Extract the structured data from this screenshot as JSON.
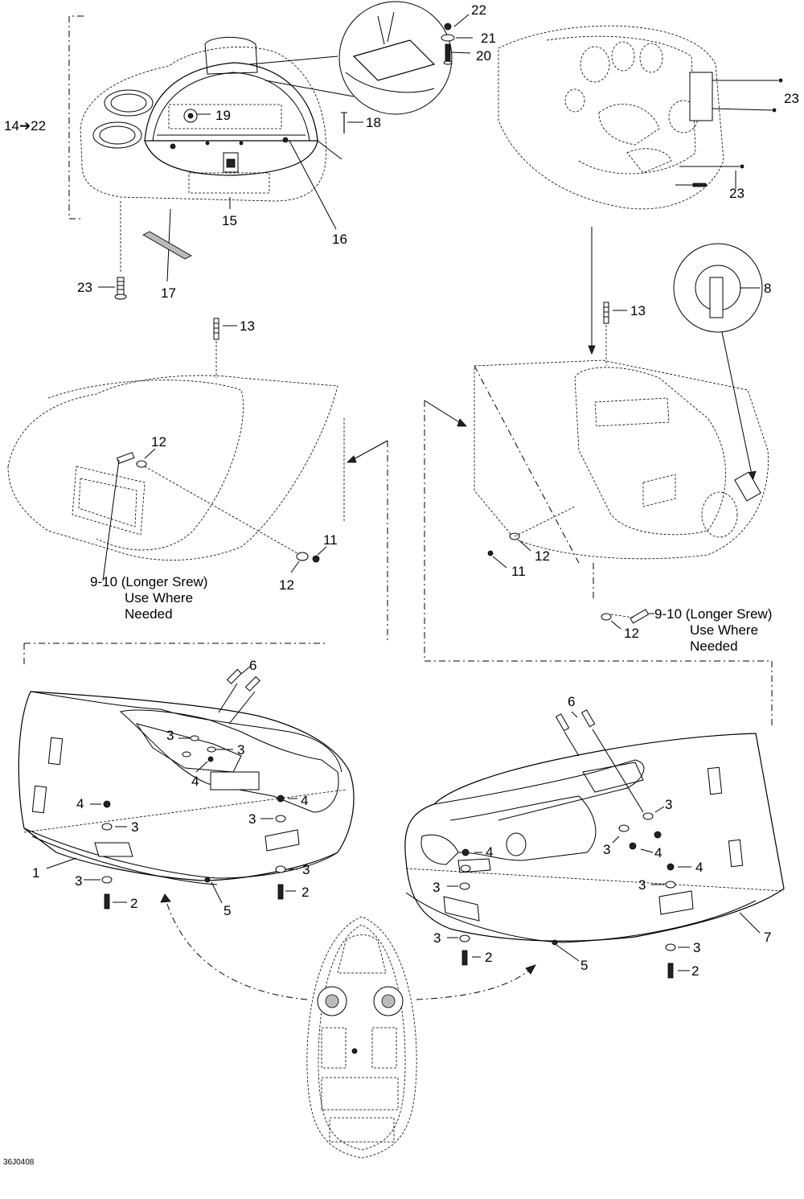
{
  "diagram": {
    "code": "36J0408",
    "labels": {
      "p1": "1",
      "p2a": "2",
      "p2b": "2",
      "p2c": "2",
      "p2d": "2",
      "p3a": "3",
      "p3b": "3",
      "p3c": "3",
      "p3d": "3",
      "p3e": "3",
      "p3f": "3",
      "p3g": "3",
      "p3h": "3",
      "p3i": "3",
      "p3j": "3",
      "p3k": "3",
      "p3l": "3",
      "p4a": "4",
      "p4b": "4",
      "p4c": "4",
      "p4d": "4",
      "p4e": "4",
      "p4f": "4",
      "p5a": "5",
      "p5b": "5",
      "p6a": "6",
      "p6b": "6",
      "p7": "7",
      "p8": "8",
      "p11a": "11",
      "p11b": "11",
      "p12a": "12",
      "p12b": "12",
      "p12c": "12",
      "p12d": "12",
      "p13a": "13",
      "p13b": "13",
      "p14": "14➔22",
      "p15": "15",
      "p16": "16",
      "p17": "17",
      "p18": "18",
      "p19": "19",
      "p20": "20",
      "p21": "21",
      "p22": "22",
      "p23a": "23",
      "p23b": "23",
      "p23c": "23"
    },
    "notes": {
      "left_line1": "9-10 (Longer Srew)",
      "left_line2": "Use Where",
      "left_line3": "Needed",
      "right_line1": "9-10 (Longer Srew)",
      "right_line2": "Use Where",
      "right_line3": "Needed"
    }
  }
}
